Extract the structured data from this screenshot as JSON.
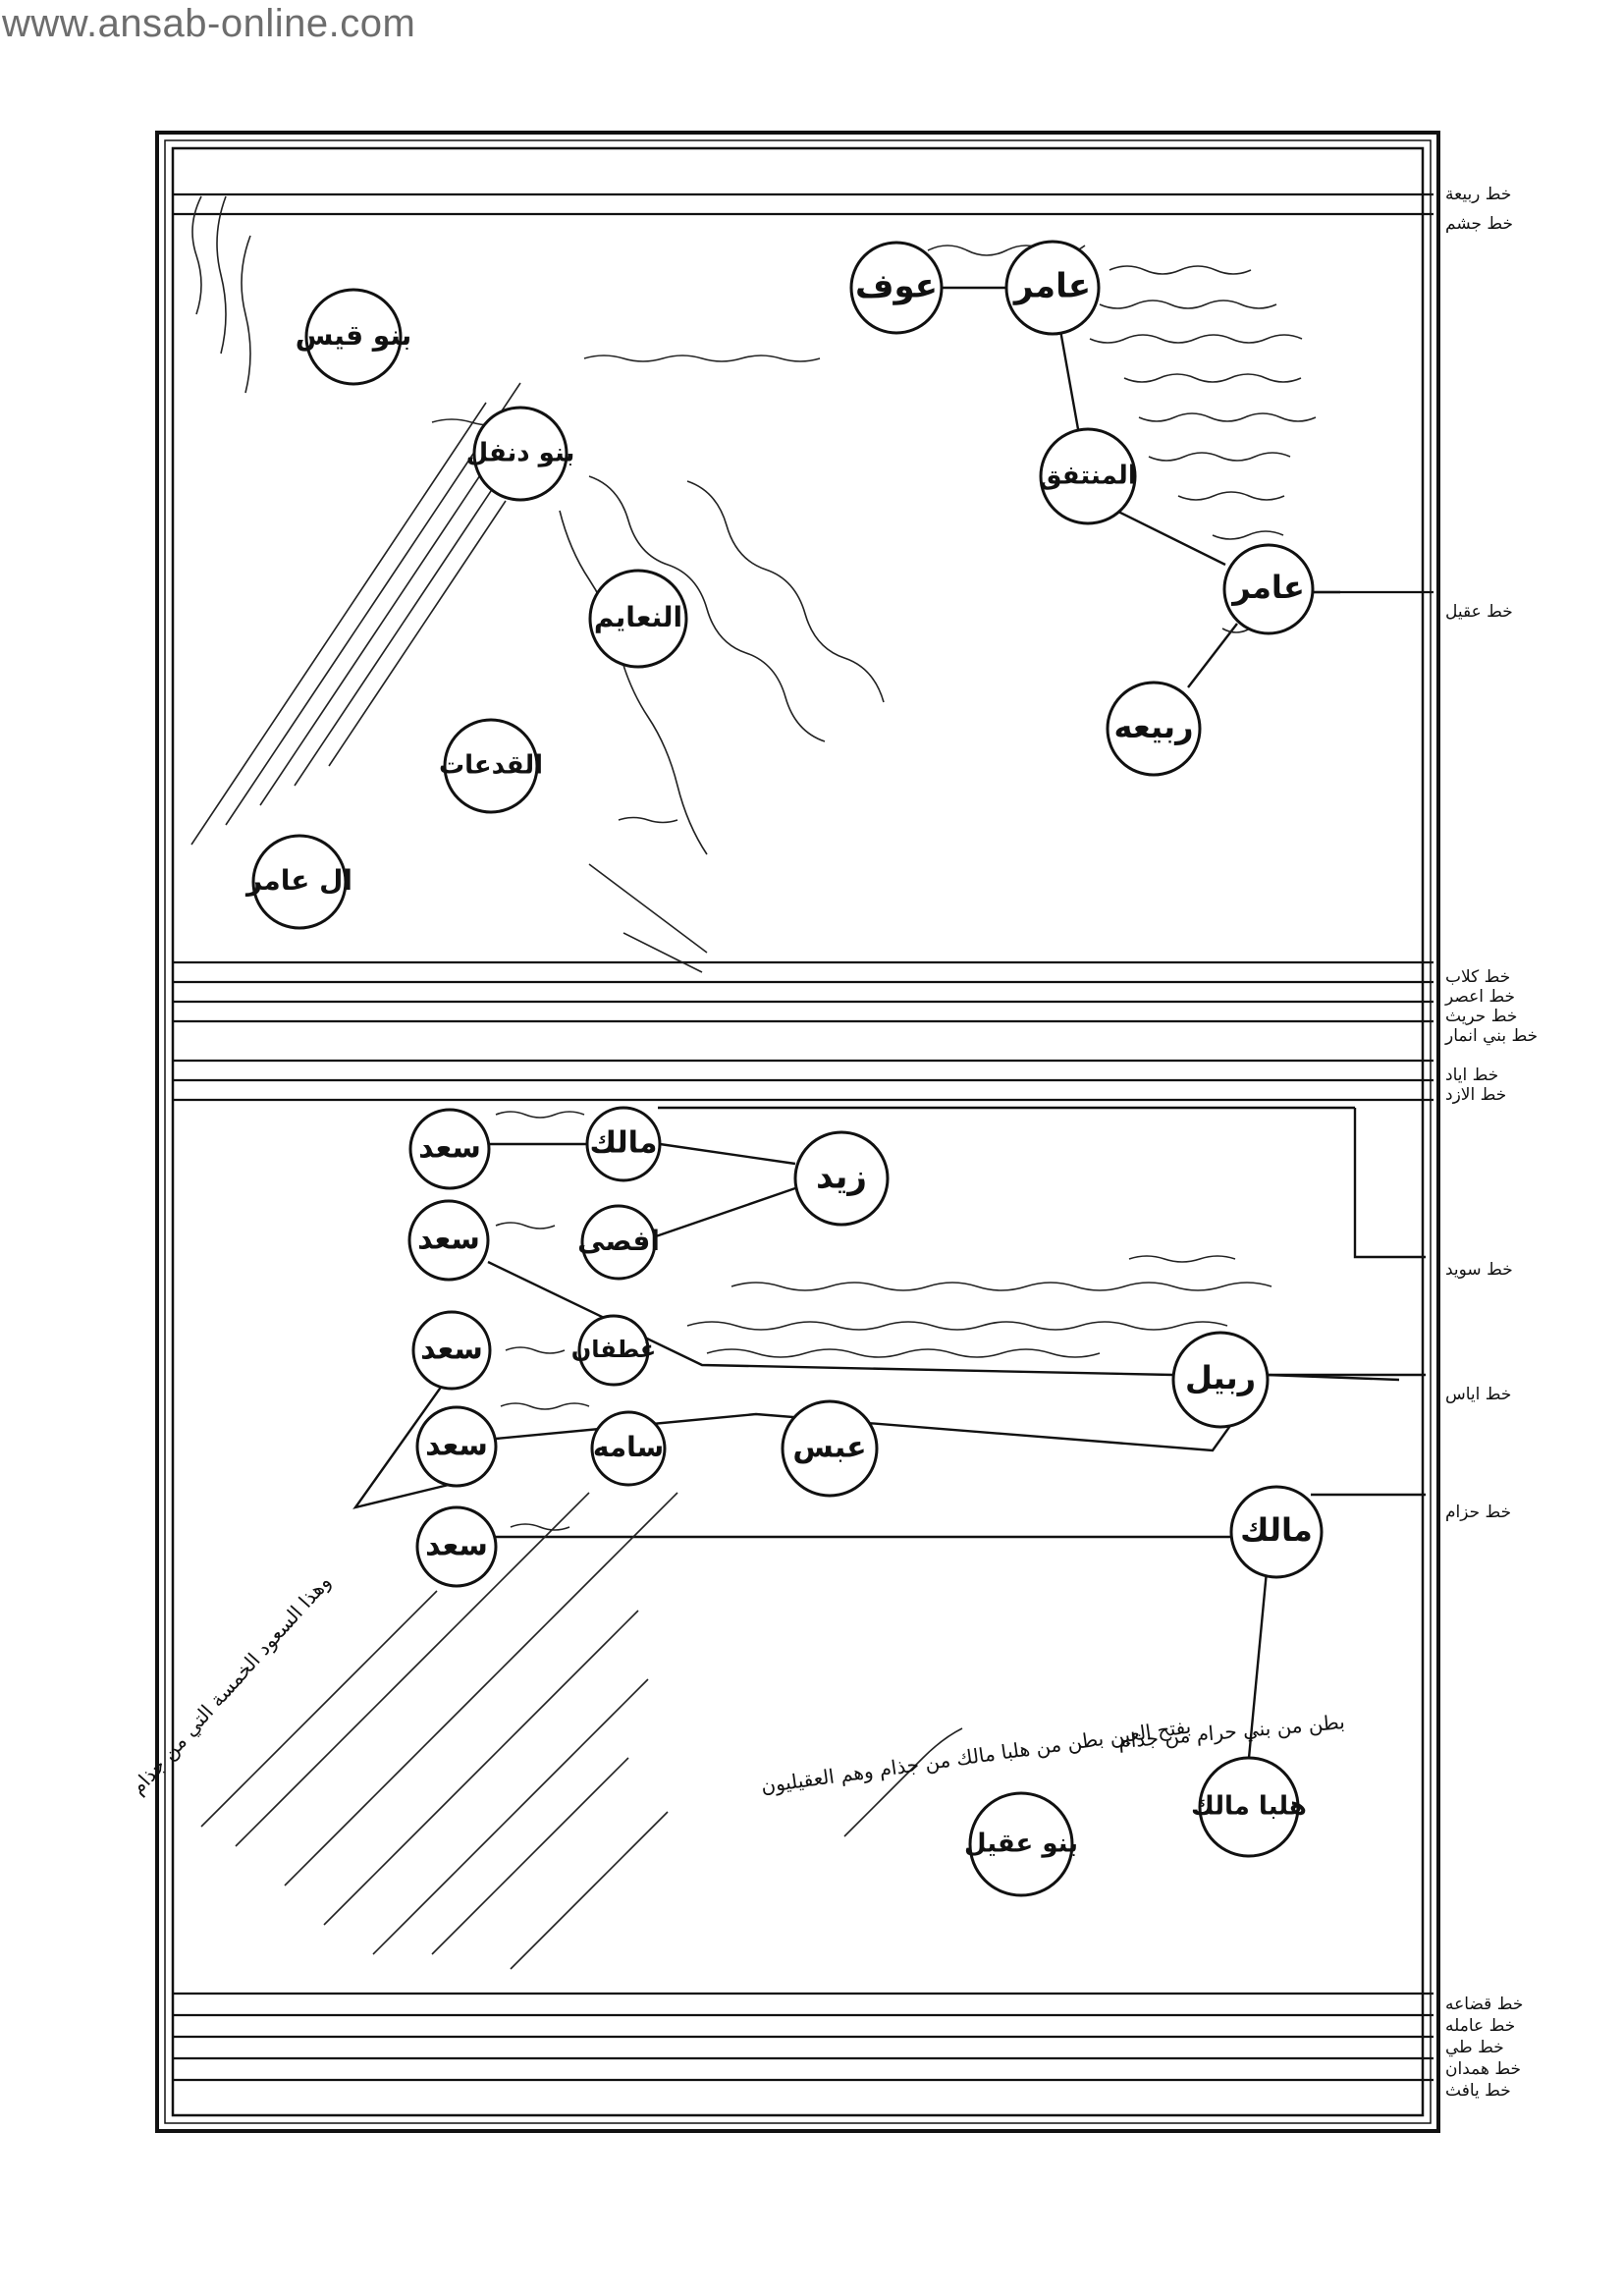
{
  "watermark": "www.ansab-online.com",
  "margin_labels": {
    "rabia": "خط ربيعة",
    "jusham": "خط جشم",
    "uqail": "خط عقيل",
    "kilab": "خط كلاب",
    "usair": "خط اعصر",
    "huraith": "خط حريث",
    "anmar": "خط بني انمار",
    "iyad": "خط اياد",
    "azd": "خط الازد",
    "suwaid": "خط سويد",
    "iyas": "خط اياس",
    "hizam": "خط حزام",
    "qudaa": "خط قضاعه",
    "amila": "خط عامله",
    "tay": "خط طي",
    "hamdan": "خط همدان",
    "yafith": "خط يافث"
  },
  "nodes": {
    "awf": "عوف",
    "amir_top": "عامر",
    "muntafiq": "المنتفق",
    "amir_mid": "عامر",
    "rabia": "ربيعه",
    "bani_qais": "بنو قيس",
    "bani_dunfal": "بنو دنفل",
    "naaim": "النعايم",
    "qudaat": "القدعات",
    "al_amir": "ال عامر",
    "saad_1": "سعد",
    "malik_1": "مالك",
    "zaid": "زيد",
    "saad_2": "سعد",
    "afsa": "افصى",
    "saad_3": "سعد",
    "ghatfan": "غطفان",
    "rabil": "ربيل",
    "saad_4": "سعد",
    "sama": "سامه",
    "abs": "عبس",
    "saad_5": "سعد",
    "malik_2": "مالك",
    "halba_malik": "هلبا مالك",
    "bani_uqail": "بنو عقيل"
  },
  "notes": {
    "uqail_note": "بفتح العين بطن من هلبا مالك من جذام وهم العقيليون",
    "halba_note": "بطن من بني حرام من جذام",
    "saad_note": "وهذا السعود الخمسة التي من جذام"
  }
}
